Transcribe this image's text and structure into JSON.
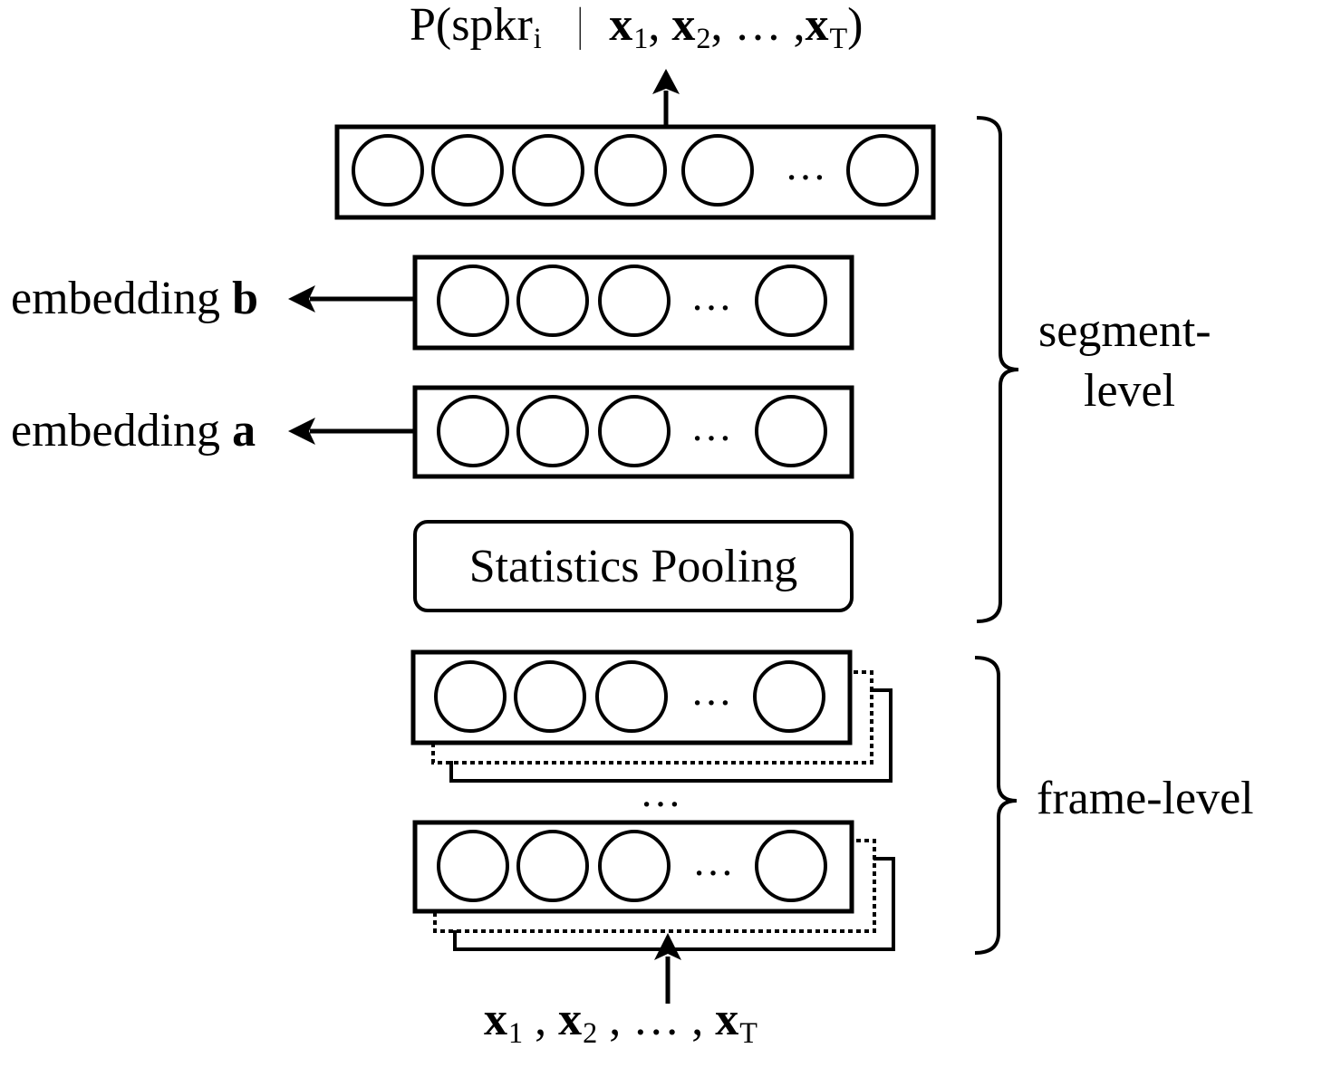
{
  "output": {
    "prefix": "P(spkr",
    "spkr_sub": "i",
    "bar": "|",
    "x1": "x",
    "x1_sub": "1",
    "comma1": ",",
    "x2": "x",
    "x2_sub": "2",
    "dots": ", … ,",
    "xT": "x",
    "xT_sub": "T",
    "close": ")"
  },
  "input": {
    "x1": "x",
    "x1_sub": "1",
    "comma1": ",",
    "x2": "x",
    "x2_sub": "2",
    "dots": ", … ,",
    "xT": "x",
    "xT_sub": "T"
  },
  "embedding_b": {
    "text": "embedding ",
    "letter": "b"
  },
  "embedding_a": {
    "text": "embedding ",
    "letter": "a"
  },
  "pooling_label": "Statistics Pooling",
  "segment_level_label_line1": "segment-",
  "segment_level_label_line2": "level",
  "frame_level_label": "frame-level",
  "ellipsis": "…",
  "between_frames_ellipsis": "…"
}
